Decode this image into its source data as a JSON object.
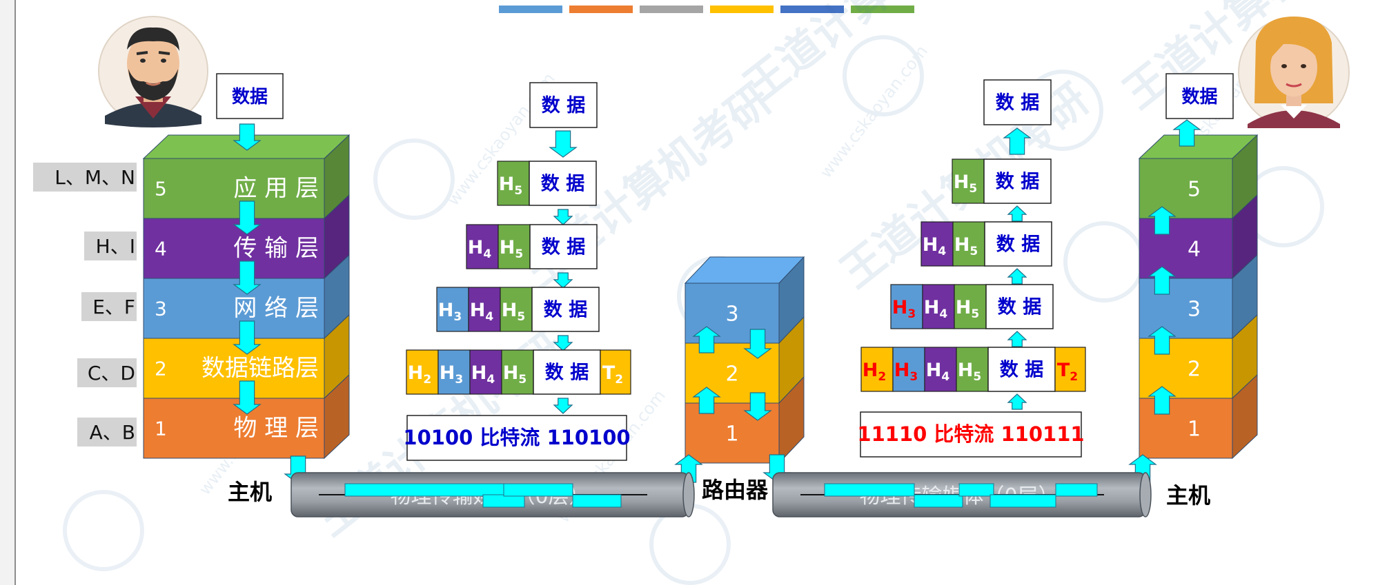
{
  "colors": {
    "app": "#70AD47",
    "transport": "#7030A0",
    "network": "#5B9BD5",
    "datalink": "#FFC000",
    "physical": "#ED7D31",
    "arrow": "#00FFFF",
    "databox_text": "#0000CC",
    "red": "#FF0000",
    "medium": "#8A9098"
  },
  "legend_bar_colors": [
    "#5B9BD5",
    "#ED7D31",
    "#A5A5A5",
    "#FFC000",
    "#4472C4",
    "#70AD47"
  ],
  "sender_stack": {
    "caption": "主机",
    "top_data": "数据",
    "layers": [
      {
        "num": "5",
        "name": "应 用 层",
        "tag": "L、M、N"
      },
      {
        "num": "4",
        "name": "传 输 层",
        "tag": "H、I"
      },
      {
        "num": "3",
        "name": "网 络 层",
        "tag": "E、F"
      },
      {
        "num": "2",
        "name": "数据链路层",
        "tag": "C、D"
      },
      {
        "num": "1",
        "name": "物 理 层",
        "tag": "A、B"
      }
    ]
  },
  "encapsulation": {
    "data_label": "数 据",
    "top": "数 据",
    "bits_left": "10100 比特流 110100",
    "bits_right": "11110 比特流 110111"
  },
  "router": {
    "caption": "路由器",
    "layers": [
      "3",
      "2",
      "1"
    ]
  },
  "receiver_stack": {
    "caption": "主机",
    "top_data": "数据",
    "layers": [
      "5",
      "4",
      "3",
      "2",
      "1"
    ]
  },
  "medium": {
    "label": "物理传输媒体（0层）"
  },
  "watermark": {
    "text": "王道计算机考研",
    "url": "www.cskaoyan.com"
  }
}
